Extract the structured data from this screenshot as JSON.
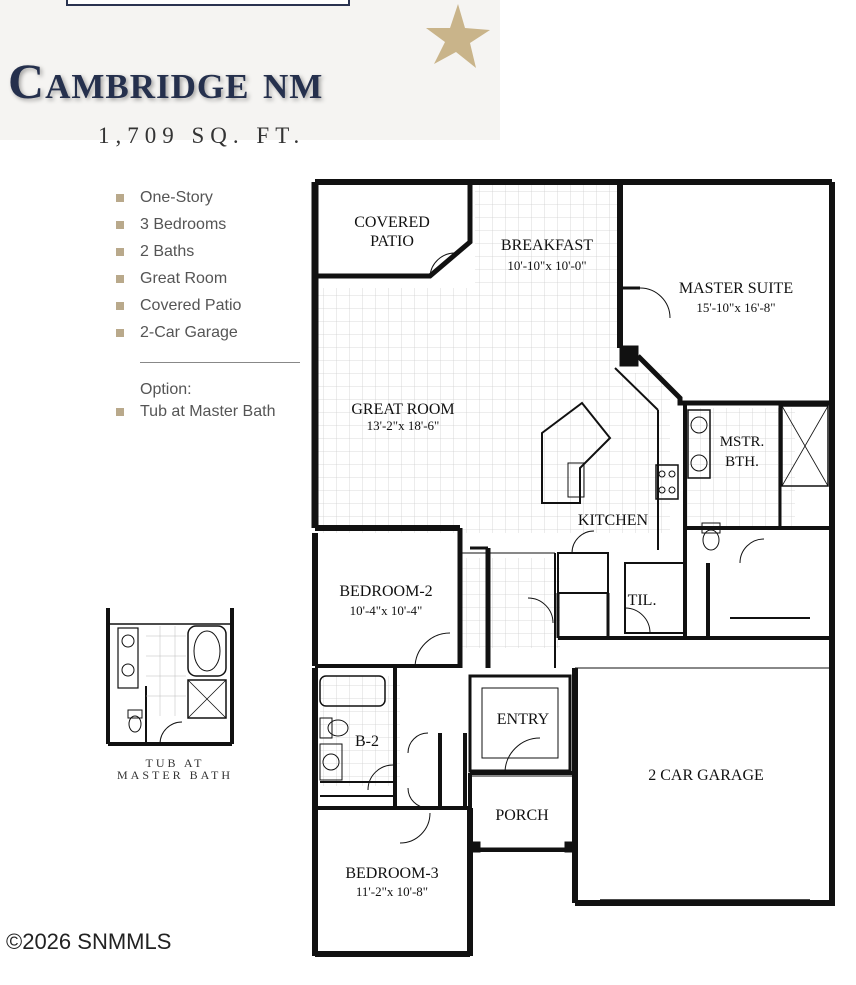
{
  "header": {
    "title": "Cambridge nm",
    "square_footage": "1,709 SQ. FT."
  },
  "features": [
    "One-Story",
    "3 Bedrooms",
    "2 Baths",
    "Great Room",
    "Covered Patio",
    "2-Car Garage"
  ],
  "option": {
    "label": "Option:",
    "item": "Tub at Master Bath"
  },
  "inset": {
    "caption_line1": "TUB AT",
    "caption_line2": "MASTER BATH"
  },
  "rooms": {
    "covered_patio_1": "COVERED",
    "covered_patio_2": "PATIO",
    "breakfast": "BREAKFAST",
    "breakfast_dim": "10'-10\"x 10'-0\"",
    "master_suite": "MASTER SUITE",
    "master_suite_dim": "15'-10\"x 16'-8\"",
    "great_room": "GREAT ROOM",
    "great_room_dim": "13'-2\"x 18'-6\"",
    "mstr_bth_1": "MSTR.",
    "mstr_bth_2": "BTH.",
    "kitchen": "KITCHEN",
    "bedroom2": "BEDROOM-2",
    "bedroom2_dim": "10'-4\"x 10'-4\"",
    "til": "TIL.",
    "b2": "B-2",
    "entry": "ENTRY",
    "garage": "2 CAR GARAGE",
    "porch": "PORCH",
    "bedroom3": "BEDROOM-3",
    "bedroom3_dim": "11'-2\"x 10'-8\""
  },
  "footer": {
    "copyright": "©2026 SNMMLS"
  },
  "colors": {
    "title": "#25304d",
    "star": "#c9b48a",
    "bullet": "#b9a98b",
    "tile": "#e6e6e6"
  }
}
